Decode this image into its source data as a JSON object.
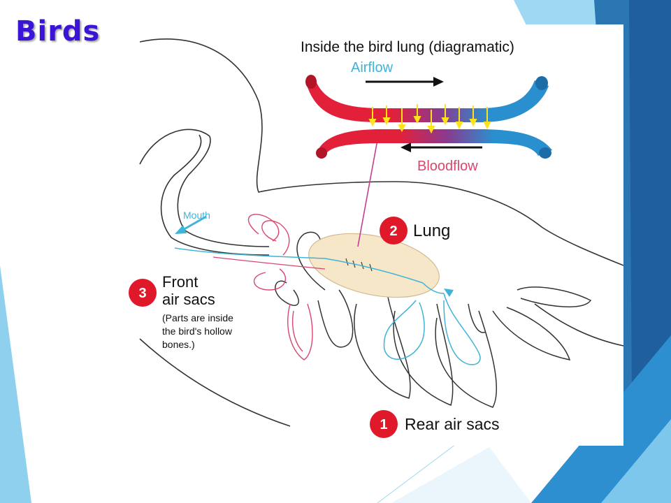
{
  "title": "Birds",
  "diagram": {
    "inset_title": "Inside the bird lung (diagramatic)",
    "airflow_label": "Airflow",
    "bloodflow_label": "Bloodflow",
    "mouth_label": "Mouth",
    "lung": {
      "number": "2",
      "label": "Lung"
    },
    "front_air_sacs": {
      "number": "3",
      "label_line1": "Front",
      "label_line2": "air sacs",
      "note_line1": "(Parts are inside",
      "note_line2": "the bird's hollow",
      "note_line3": "bones.)"
    },
    "rear_air_sacs": {
      "number": "1",
      "label": "Rear air sacs"
    }
  },
  "colors": {
    "title": "#3b14d6",
    "badge": "#e0192a",
    "air": "#3fb3d8",
    "blood": "#d9466e",
    "vessel_red": "#e3203a",
    "vessel_blue": "#2a8fcf",
    "arrow_yellow": "#ffe21a"
  }
}
